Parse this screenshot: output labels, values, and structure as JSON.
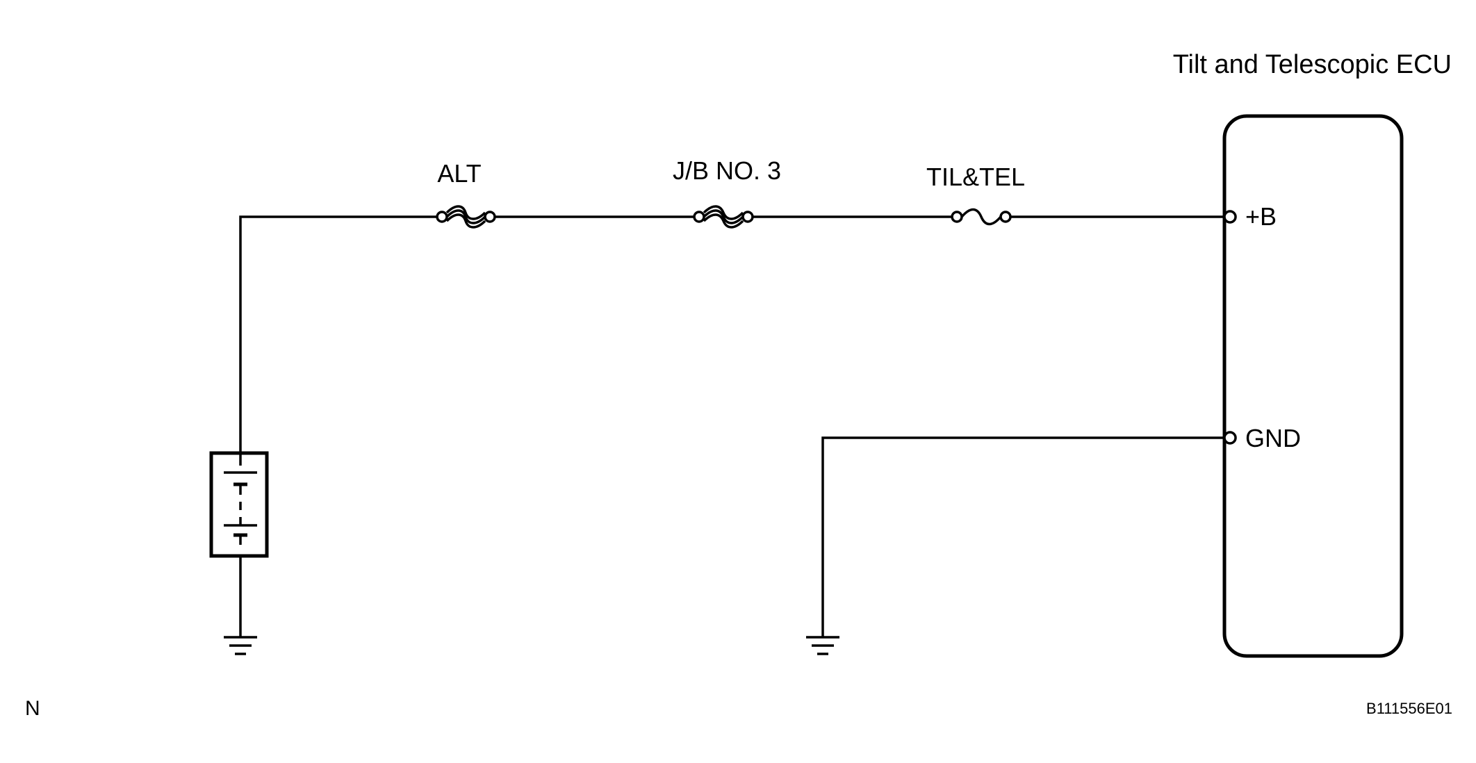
{
  "ecu": {
    "title": "Tilt and Telescopic ECU",
    "pin_b": "+B",
    "pin_gnd": "GND"
  },
  "fuses": {
    "alt": "ALT",
    "jb": "J/B NO. 3",
    "tiltel": "TIL&TEL"
  },
  "corner": {
    "left": "N",
    "code": "B111556E01"
  },
  "colors": {
    "line": "#000000",
    "background": "#ffffff"
  }
}
